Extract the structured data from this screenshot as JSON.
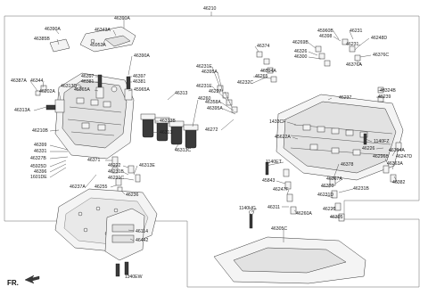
{
  "labels": {
    "c46210": "46210",
    "c46390a_top": "46390A",
    "c46343a": "46343A",
    "c46390a_l": "46390A",
    "c46385b": "46385B",
    "c45952a": "45952A",
    "c46390a_m": "46390A",
    "c46387a": "46387A",
    "c46344": "46344",
    "c46397_l": "46397",
    "c46381_l": "46381",
    "c46397_r": "46397",
    "c46381_r": "46381",
    "c46313d": "46313D",
    "c46202a": "46202A",
    "c45965a_l": "45965A",
    "c45965a_r": "45965A",
    "c46313a": "46313A",
    "c46313": "46313",
    "c46260": "46260",
    "c46313b": "46313B",
    "c46210b": "46210B",
    "c46313_2": "46313",
    "c46313c": "46313C",
    "c46399": "46399",
    "c46331": "46331",
    "c46327b": "46327B",
    "c45925d": "45925D",
    "c46396": "46396",
    "c1601de": "1601DE",
    "c46237a": "46237A",
    "c46371": "46371",
    "c46222": "46222",
    "c46313e": "46313E",
    "c46231b_m": "46231B",
    "c46231c": "46231C",
    "c46255": "46255",
    "c46236": "46236",
    "c46114": "46114",
    "c46442": "46442",
    "c1140ew": "1140EW",
    "c46374": "46374",
    "c46231e_a": "46231E",
    "c46395a_a": "46395A",
    "c46231e_b": "46231E",
    "c46227": "46227",
    "c46358a": "46358A",
    "c46395a_b": "46395A",
    "c46272": "46272",
    "c46232c": "46232C",
    "c46265": "46265",
    "c46394a_top": "46394A",
    "c45960b": "45960B",
    "c46398": "46398",
    "c46269b": "46269B",
    "c46326": "46326",
    "c46300": "46300",
    "c46231_top": "46231",
    "c46248d": "46248D",
    "c46231_r": "46231",
    "c46376c": "46376C",
    "c46376a": "46376A",
    "c46237": "46237",
    "c46324b": "46324B",
    "c46239": "46239",
    "c1433cf": "1433CF",
    "c45622a": "45622A",
    "c1140fz": "1140FZ",
    "c46226": "46226",
    "c46394a_r": "46394A",
    "c46296b": "46296B",
    "c46247d": "46247D",
    "c46363a": "46363A",
    "c46378": "46378",
    "c46367a": "46367A",
    "c46382": "46382",
    "c1140et": "1140ET",
    "c45843": "45843",
    "c46303": "46303",
    "c46231b_r": "46231B",
    "c46247f": "46247F",
    "c46311": "46311",
    "c46231d": "46231D",
    "c46260a": "46260A",
    "c46229": "46229",
    "c46305": "46305",
    "c1140hg": "1140HG",
    "c46305c": "46305C",
    "fr": "FR."
  }
}
